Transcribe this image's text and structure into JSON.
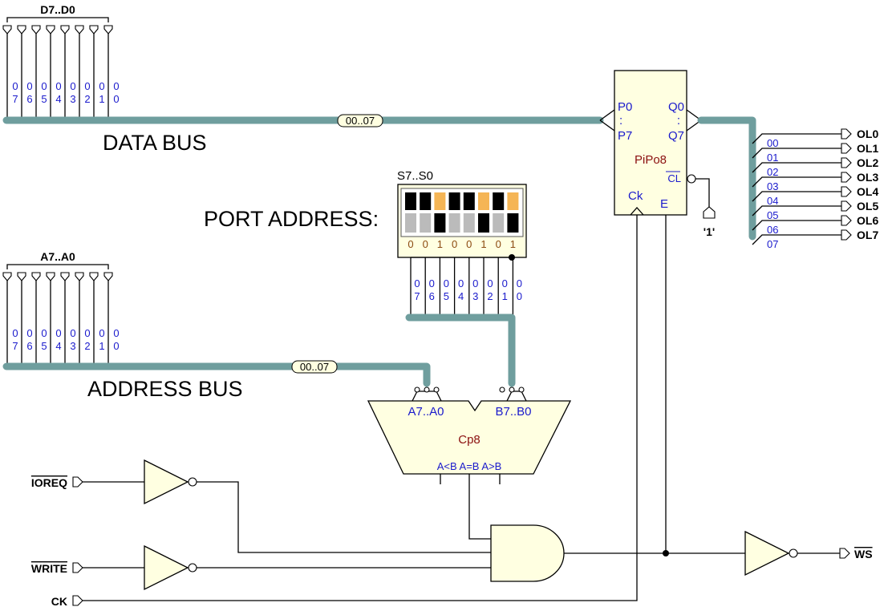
{
  "data_bus": {
    "title": "D7..D0",
    "bits": [
      "07",
      "06",
      "05",
      "04",
      "03",
      "02",
      "01",
      "00"
    ],
    "label": "DATA BUS",
    "range": "00..07"
  },
  "address_bus": {
    "title": "A7..A0",
    "bits": [
      "07",
      "06",
      "05",
      "04",
      "03",
      "02",
      "01",
      "00"
    ],
    "label": "ADDRESS BUS",
    "range": "00..07"
  },
  "dip_switch": {
    "title": "S7..S0",
    "caption": "PORT ADDRESS:",
    "values": [
      "0",
      "0",
      "1",
      "0",
      "0",
      "1",
      "0",
      "1"
    ],
    "bits": [
      "07",
      "06",
      "05",
      "04",
      "03",
      "02",
      "01",
      "00"
    ]
  },
  "comparator": {
    "name": "Cp8",
    "input_a": "A7..A0",
    "input_b": "B7..B0",
    "outputs": "A<B A=B A>B"
  },
  "register": {
    "name": "PiPo8",
    "p0": "P0",
    "p7": "P7",
    "q0": "Q0",
    "q7": "Q7",
    "dots": ":",
    "clear": "CL",
    "clock": "Ck",
    "enable": "E",
    "clear_tie": "'1'"
  },
  "outputs": {
    "bits": [
      "00",
      "01",
      "02",
      "03",
      "04",
      "05",
      "06",
      "07"
    ],
    "names": [
      "OL0",
      "OL1",
      "OL2",
      "OL3",
      "OL4",
      "OL5",
      "OL6",
      "OL7"
    ]
  },
  "signals": {
    "ioreq": "IOREQ",
    "write": "WRITE",
    "ck": "CK",
    "ws": "WS"
  },
  "colors": {
    "bus": "#6f9e9e",
    "component_fill": "#ffffe1",
    "label_blue": "#1a1acc",
    "label_red": "#8b1010",
    "switch_on": "#f5b555"
  }
}
